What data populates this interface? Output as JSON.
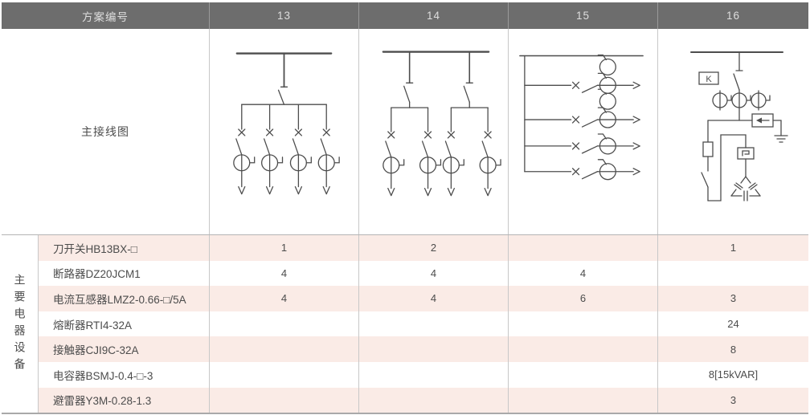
{
  "table": {
    "header": {
      "label": "方案编号",
      "columns": [
        "13",
        "14",
        "15",
        "16"
      ]
    },
    "diagram_row": {
      "label": "主接线图",
      "k_label": "K"
    },
    "equipment_section": {
      "vertical_label": "主要电器设备",
      "rows": [
        {
          "name": "刀开关HB13BX-□",
          "values": [
            "1",
            "2",
            "",
            "1"
          ]
        },
        {
          "name": "断路器DZ20JCM1",
          "values": [
            "4",
            "4",
            "4",
            ""
          ]
        },
        {
          "name": "电流互感器LMZ2-0.66-□/5A",
          "values": [
            "4",
            "4",
            "6",
            "3"
          ]
        },
        {
          "name": "熔断器RTI4-32A",
          "values": [
            "",
            "",
            "",
            "24"
          ]
        },
        {
          "name": "接触器CJI9C-32A",
          "values": [
            "",
            "",
            "",
            "8"
          ]
        },
        {
          "name": "电容器BSMJ-0.4-□-3",
          "values": [
            "",
            "",
            "",
            "8[15kVAR]"
          ]
        },
        {
          "name": "避雷器Y3M-0.28-1.3",
          "values": [
            "",
            "",
            "",
            "3"
          ]
        }
      ]
    },
    "colors": {
      "header_bg": "#6d6d6d",
      "header_text": "#dedede",
      "row_pink": "#faebe6",
      "grid_line": "#c8c8c8",
      "text": "#4c4c4c",
      "diagram_stroke": "#4d4d4d"
    }
  }
}
